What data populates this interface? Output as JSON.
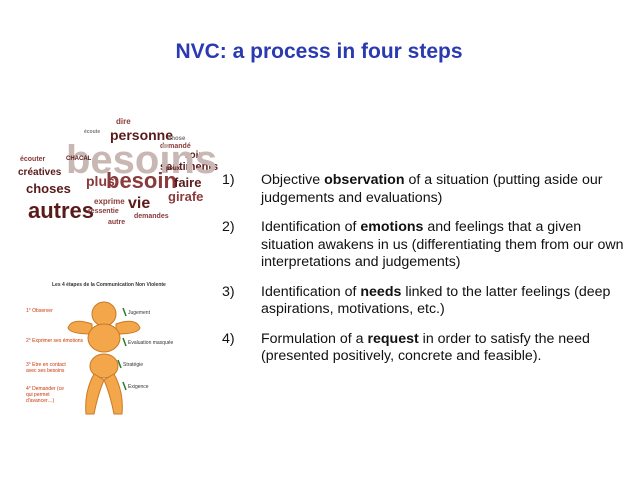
{
  "title": "NVC: a process in four steps",
  "steps": [
    {
      "num": "1)",
      "pre": "Objective ",
      "bold": "observation",
      "post": " of a situation (putting aside our judgements and evaluations)"
    },
    {
      "num": "2)",
      "pre": "Identification of ",
      "bold": "emotions",
      "post": " and feelings that a given situation awakens in us (differentiating them from our own interpretations and judgements)"
    },
    {
      "num": "3)",
      "pre": "Identification of ",
      "bold": "needs",
      "post": " linked to the latter feelings (deep aspirations, motivations, etc.)"
    },
    {
      "num": "4)",
      "pre": "Formulation of a ",
      "bold": "request",
      "post": " in order to satisfy the need (presented positively, concrete and feasible)."
    }
  ],
  "wordcloud": {
    "words": [
      "dire",
      "écoute",
      "personne",
      "demandé",
      "voir",
      "écouter",
      "sentiments",
      "créatives",
      "besoins",
      "plus",
      "besoin",
      "faire",
      "choses",
      "peux",
      "girafe",
      "autres",
      "vie",
      "exprime",
      "ressentie",
      "demandes",
      "autre",
      "CHACAL",
      "chose"
    ]
  },
  "diagram": {
    "title": "Les 4 étapes de la Communication Non Violente",
    "left_labels": [
      "1° Observer",
      "2° Exprimer ses émotions",
      "3° Etre en contact avec ses besoins",
      "4° Demander (ce qui permet d'avancer…)"
    ],
    "right_labels": [
      "Jugement",
      "Evaluation masquée",
      "Stratégie",
      "Exigence"
    ]
  },
  "colors": {
    "title": "#2a3ab0",
    "cloud_dark": "#5a1a1a",
    "cloud_mid": "#8a3a3a",
    "figure": "#f4a64a"
  }
}
